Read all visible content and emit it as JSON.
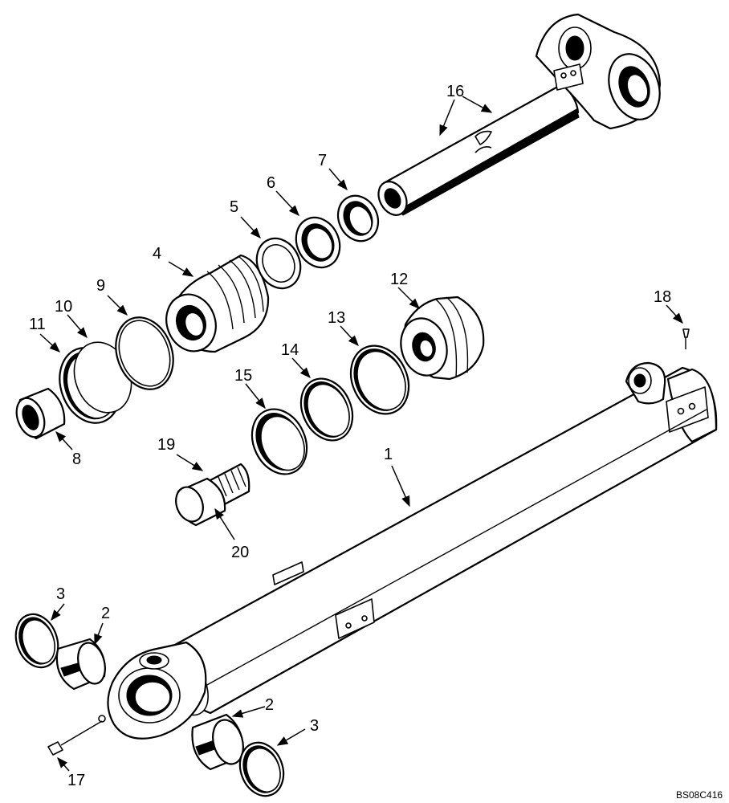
{
  "callouts": [
    {
      "id": "c1",
      "text": "1"
    },
    {
      "id": "c2a",
      "text": "2"
    },
    {
      "id": "c2b",
      "text": "2"
    },
    {
      "id": "c3a",
      "text": "3"
    },
    {
      "id": "c3b",
      "text": "3"
    },
    {
      "id": "c4",
      "text": "4"
    },
    {
      "id": "c5",
      "text": "5"
    },
    {
      "id": "c6",
      "text": "6"
    },
    {
      "id": "c7",
      "text": "7"
    },
    {
      "id": "c8",
      "text": "8"
    },
    {
      "id": "c9",
      "text": "9"
    },
    {
      "id": "c10",
      "text": "10"
    },
    {
      "id": "c11",
      "text": "11"
    },
    {
      "id": "c12",
      "text": "12"
    },
    {
      "id": "c13",
      "text": "13"
    },
    {
      "id": "c14",
      "text": "14"
    },
    {
      "id": "c15",
      "text": "15"
    },
    {
      "id": "c16",
      "text": "16"
    },
    {
      "id": "c17",
      "text": "17"
    },
    {
      "id": "c18",
      "text": "18"
    },
    {
      "id": "c19",
      "text": "19"
    },
    {
      "id": "c20",
      "text": "20"
    }
  ],
  "figure_code": "BS08C416"
}
